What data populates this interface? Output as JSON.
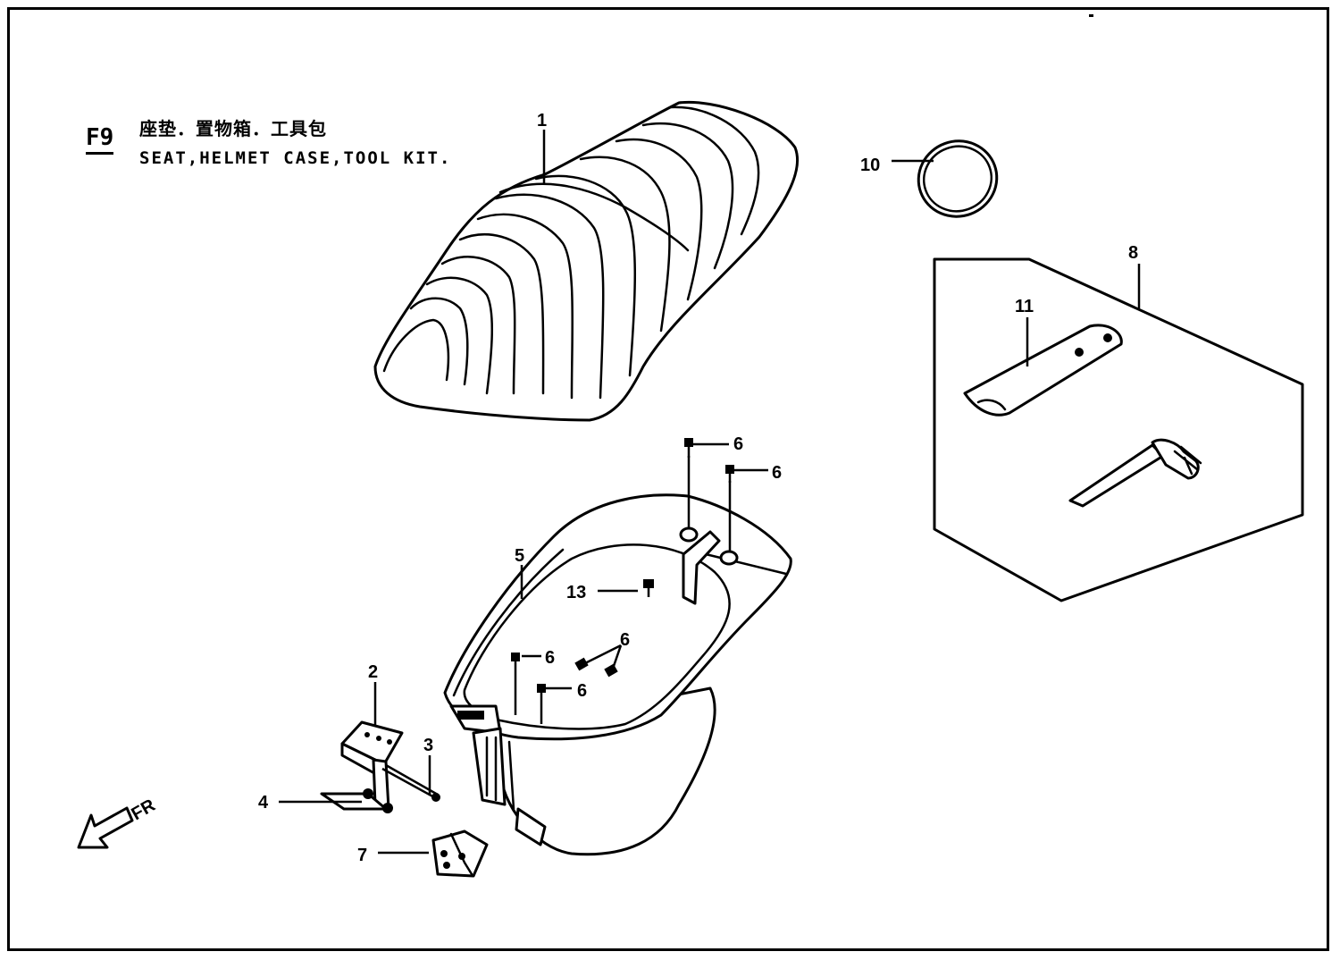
{
  "figure": {
    "code": "F9",
    "title_cn": "座垫．置物箱．工具包",
    "title_en": "SEAT,HELMET CASE,TOOL KIT.",
    "direction_label": "FR"
  },
  "callouts": {
    "c1": "1",
    "c2": "2",
    "c3": "3",
    "c4": "4",
    "c5": "5",
    "c6a": "6",
    "c6b": "6",
    "c6c": "6",
    "c6d": "6",
    "c6e": "6",
    "c7": "7",
    "c8": "8",
    "c10": "10",
    "c11": "11",
    "c13": "13"
  }
}
